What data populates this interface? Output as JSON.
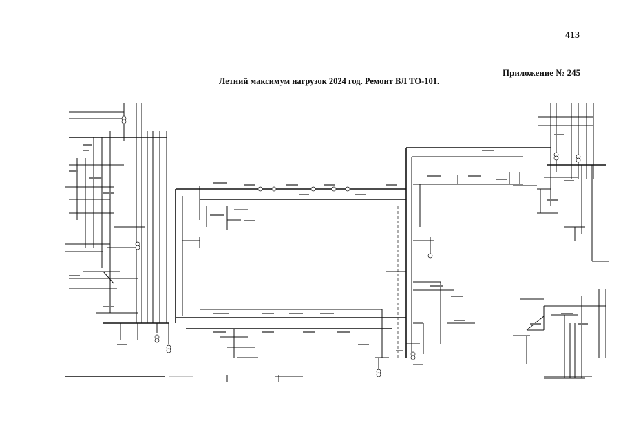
{
  "page_number": "413",
  "appendix": "Приложение № 245",
  "title": "Летний максимум нагрузок 2024 год. Ремонт ВЛ ТО-101."
}
